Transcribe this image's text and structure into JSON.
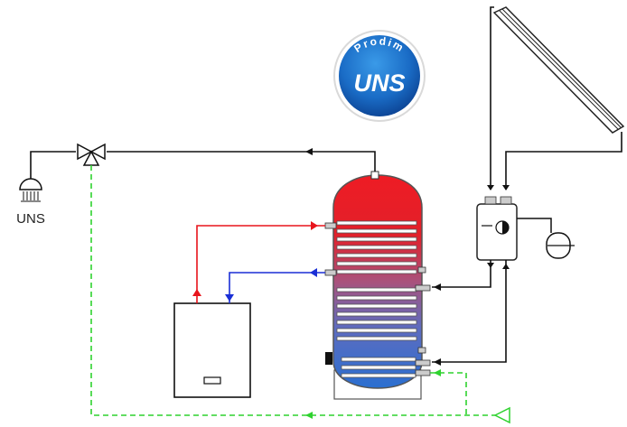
{
  "logo": {
    "brand_top": "Prodim",
    "brand_main": "UNS",
    "color_outer": "#0a3f8f",
    "color_inner": "#1f79d3"
  },
  "shower": {
    "label": "UNS"
  },
  "colors": {
    "hot": "#e8141c",
    "cold": "#1a2fd6",
    "recirculation": "#2fd22f",
    "pipe": "#111111",
    "tank_top": "#ee1c24",
    "tank_bottom": "#2a6fd0"
  }
}
